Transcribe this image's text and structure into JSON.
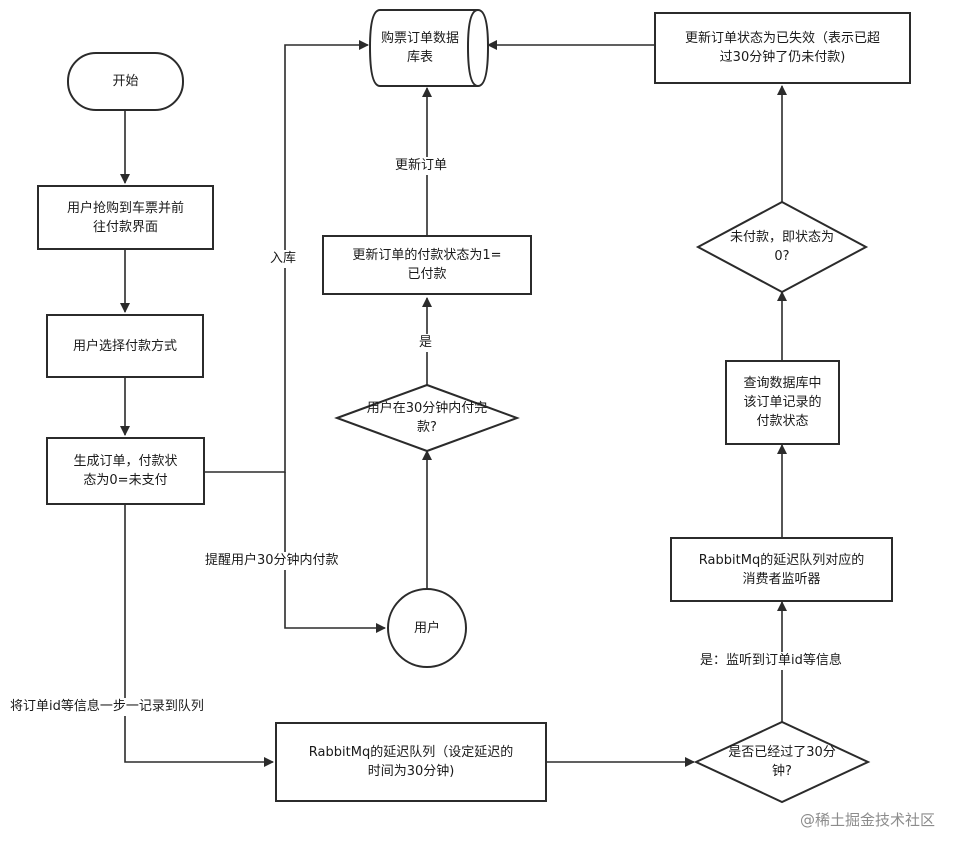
{
  "nodes": {
    "start": "开始",
    "grab_ticket": "用户抢购到车票并前\n往付款界面",
    "choose_payment": "用户选择付款方式",
    "create_order": "生成订单，付款状\n态为0=未支付",
    "db": "购票订单数据\n库表",
    "update_paid": "更新订单的付款状态为1=\n已付款",
    "decision_paid": "用户在30分钟内付完\n款?",
    "user": "用户",
    "delay_queue": "RabbitMq的延迟队列（设定延迟的\n时间为30分钟)",
    "decision_30min": "是否已经过了30分\n钟?",
    "consumer": "RabbitMq的延迟队列对应的\n消费者监听器",
    "query_db": "查询数据库中\n该订单记录的\n付款状态",
    "decision_unpaid": "未付款，即状态为\n0?",
    "update_expired": "更新订单状态为已失效（表示已超\n过30分钟了仍未付款)"
  },
  "edge_labels": {
    "store": "入库",
    "update_order": "更新订单",
    "yes": "是",
    "remind": "提醒用户30分钟内付款",
    "record_queue": "将订单id等信息一步一记录到队列",
    "yes_listen": "是：监听到订单id等信息"
  },
  "watermark": "@稀土掘金技术社区"
}
